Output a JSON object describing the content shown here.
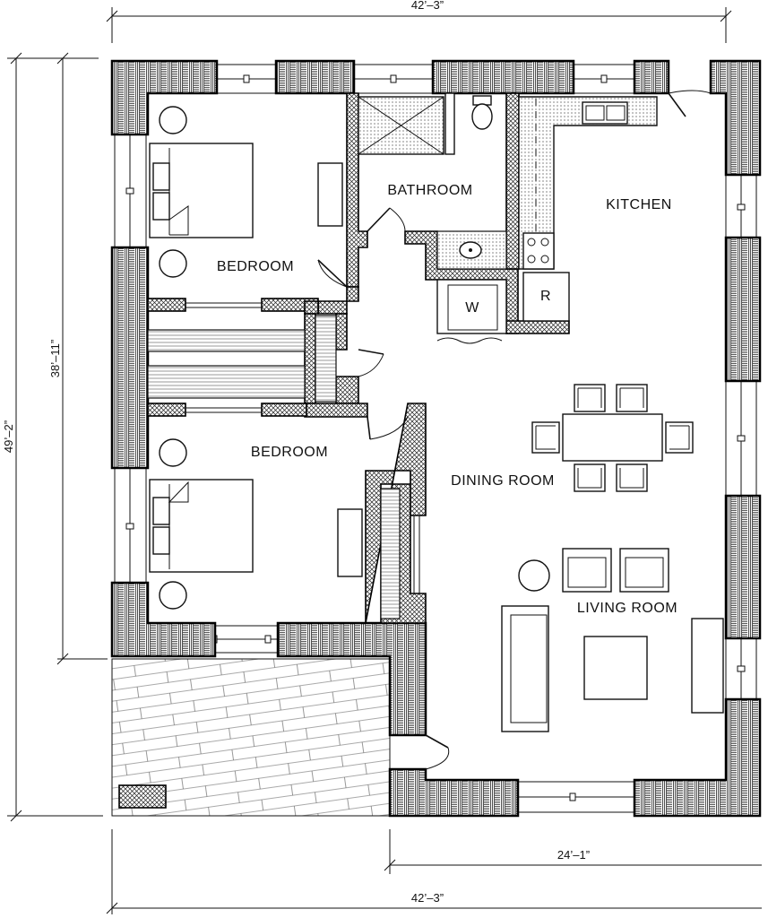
{
  "rooms": {
    "bedroom_upper": "BEDROOM",
    "bedroom_lower": "BEDROOM",
    "bathroom": "BATHROOM",
    "kitchen": "KITCHEN",
    "dining_room": "DINING ROOM",
    "living_room": "LIVING ROOM"
  },
  "appliances": {
    "washer": "W",
    "refrigerator": "R"
  },
  "dimensions": {
    "top_width": "42’–3”",
    "bottom_width": "42’–3”",
    "partial_width": "24’–1”",
    "total_depth": "49’–2”",
    "partial_depth": "38’–11”"
  },
  "colors": {
    "line": "#111111",
    "background": "#ffffff"
  }
}
